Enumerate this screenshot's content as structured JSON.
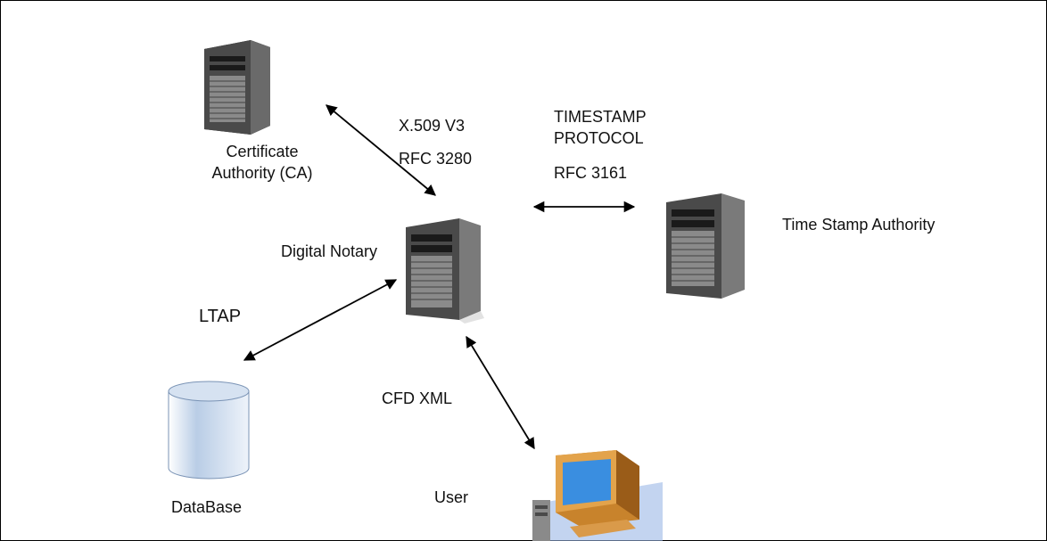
{
  "nodes": {
    "ca": {
      "label_line1": "Certificate",
      "label_line2": "Authority (CA)",
      "icon": "server-icon"
    },
    "notary": {
      "label": "Digital Notary",
      "icon": "server-icon"
    },
    "tsa": {
      "label": "Time Stamp Authority",
      "icon": "server-icon"
    },
    "database": {
      "label": "DataBase",
      "icon": "database-icon"
    },
    "user": {
      "label": "User",
      "icon": "desktop-computer-icon"
    }
  },
  "edges": {
    "ca_notary": {
      "line1": "X.509 V3",
      "line2": "RFC 3280"
    },
    "notary_tsa": {
      "line1": "TIMESTAMP",
      "line2": "PROTOCOL",
      "line3": "RFC 3161"
    },
    "notary_db": {
      "label": "LTAP"
    },
    "notary_user": {
      "label": "CFD XML"
    }
  },
  "colors": {
    "server_body": "#3a3a3a",
    "database_fill": "#b9cde6",
    "monitor_case": "#c8832c",
    "monitor_screen": "#3a8ee0"
  }
}
